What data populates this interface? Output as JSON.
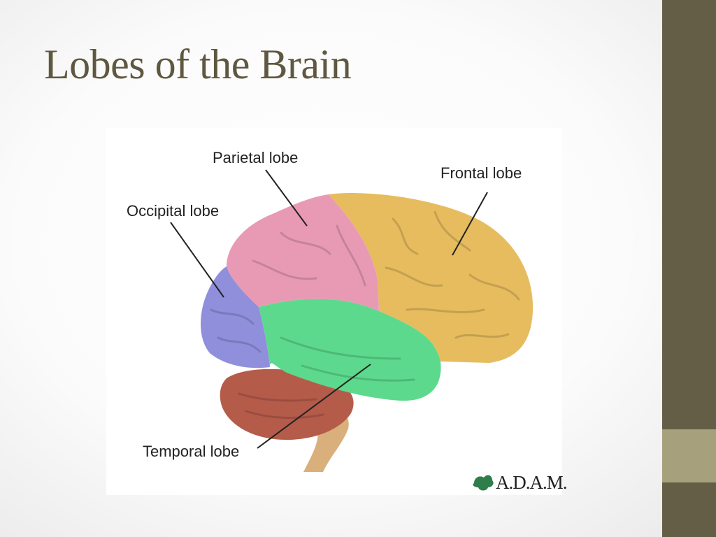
{
  "slide": {
    "title": "Lobes of the Brain",
    "colors": {
      "title": "#5f5840",
      "side_bar": "#655e46",
      "side_accent": "#a6a07c"
    }
  },
  "diagram": {
    "labels": {
      "parietal": "Parietal lobe",
      "frontal": "Frontal lobe",
      "occipital": "Occipital lobe",
      "temporal": "Temporal lobe"
    },
    "brand_logo": "A.D.A.M.",
    "colors": {
      "frontal": "#e6bc5e",
      "parietal": "#e89ab5",
      "occipital": "#8f8fdc",
      "temporal": "#5cd98c",
      "cerebellum": "#b55b4a",
      "brainstem": "#d9b07b"
    }
  }
}
